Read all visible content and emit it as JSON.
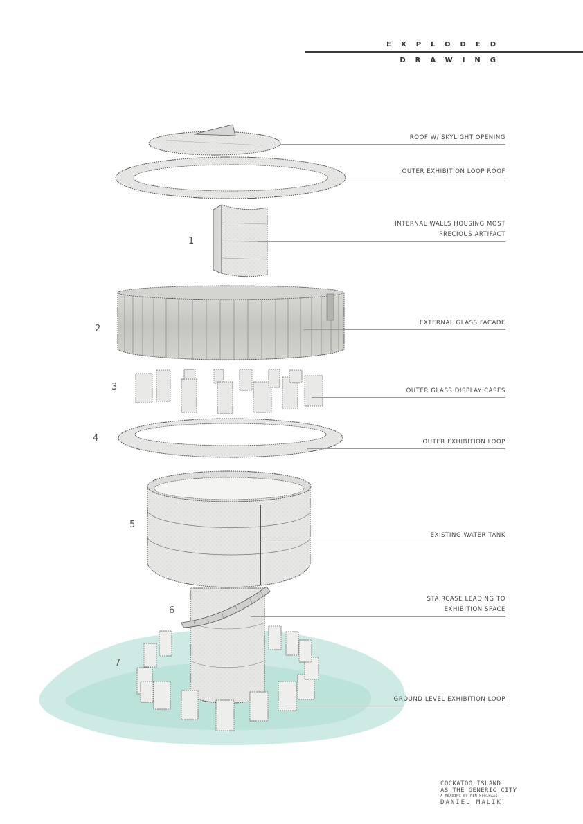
{
  "header": {
    "line1": "EXPLODED",
    "line2": "DRAWING"
  },
  "callouts": [
    {
      "number": "",
      "label": "ROOF W/ SKYLIGHT OPENING"
    },
    {
      "number": "",
      "label": "OUTER EXHIBITION LOOP ROOF"
    },
    {
      "number": "1",
      "label": "INTERNAL WALLS HOUSING MOST\nPRECIOUS ARTIFACT"
    },
    {
      "number": "2",
      "label": "EXTERNAL GLASS FACADE"
    },
    {
      "number": "3",
      "label": "OUTER GLASS DISPLAY CASES"
    },
    {
      "number": "4",
      "label": "OUTER EXHIBITION LOOP"
    },
    {
      "number": "5",
      "label": "EXISTING WATER TANK"
    },
    {
      "number": "6",
      "label": "STAIRCASE LEADING TO\nEXHIBITION SPACE"
    },
    {
      "number": "7",
      "label": "GROUND LEVEL EXHIBITION LOOP"
    }
  ],
  "credits": {
    "line1": "COCKATOO ISLAND",
    "line2": "AS THE GENERIC CITY",
    "line3": "A READING BY REM KOOLHAAS",
    "line4": "DANIEL MALIK"
  },
  "colors": {
    "concrete": "#e4e4e2",
    "glass": "#c9cbc6",
    "water": "#bfe3dc",
    "ink": "#3a3a3a"
  }
}
